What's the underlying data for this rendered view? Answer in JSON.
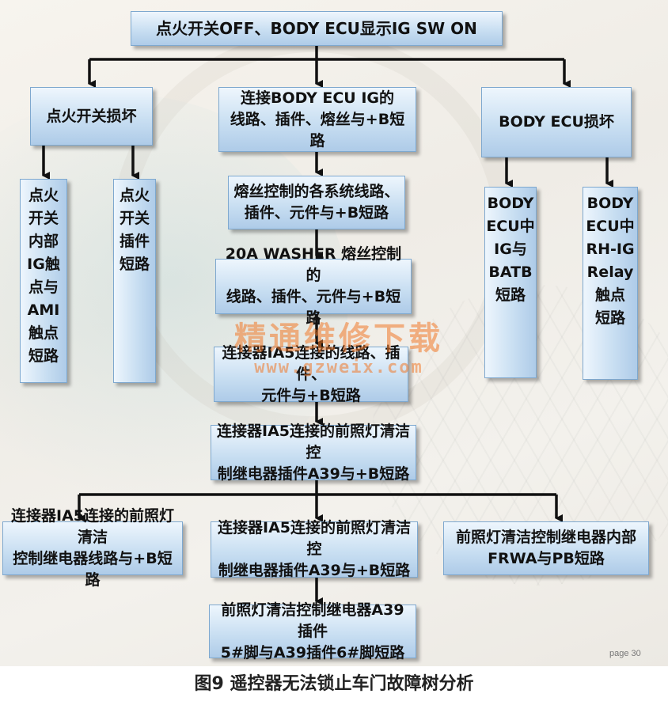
{
  "nodes": {
    "root": [
      "点火开关OFF、BODY ECU显示IG SW ON"
    ],
    "ign_switch_damaged": [
      "点火开关损坏"
    ],
    "ecu_ig_short": [
      "连接BODY ECU IG的",
      "线路、插件、熔丝与+B短路"
    ],
    "body_ecu_damaged": [
      "BODY ECU损坏"
    ],
    "ign_internal_short": [
      "点火",
      "开关",
      "内部",
      "IG触",
      "点与",
      "AMI",
      "触点",
      "短路"
    ],
    "ign_connector_short": [
      "点火",
      "开关",
      "插件",
      "短路"
    ],
    "fuse_systems_short": [
      "熔丝控制的各系统线路、",
      "插件、元件与+B短路"
    ],
    "ecu_ig_batb_short": [
      "BODY",
      "ECU中",
      "IG与",
      "BATB",
      "短路"
    ],
    "ecu_relay_short": [
      "BODY",
      "ECU中",
      "RH-IG",
      "Relay",
      "触点",
      "短路"
    ],
    "washer_fuse_short": [
      "20A WASHER 熔丝控制的",
      "线路、插件、元件与+B短路"
    ],
    "ia5_short": [
      "连接器IA5连接的线路、插件、",
      "元件与+B短路"
    ],
    "ia5_a39_short": [
      "连接器IA5连接的前照灯清洁控",
      "制继电器插件A39与+B短路"
    ],
    "ia5_line_short": [
      "连接器IA5连接的前照灯清洁",
      "控制继电器线路与+B短路"
    ],
    "ia5_a39_short_2": [
      "连接器IA5连接的前照灯清洁控",
      "制继电器插件A39与+B短路"
    ],
    "relay_internal_short": [
      "前照灯清洁控制继电器内部",
      "FRWA与PB短路"
    ],
    "a39_pins_short": [
      "前照灯清洁控制继电器A39插件",
      "5#脚与A39插件6#脚短路"
    ]
  },
  "watermark": {
    "name": "精通维修下载",
    "url": "www.gzweix.com"
  },
  "page_label": "page 30",
  "caption": "图9 遥控器无法锁止车门故障树分析",
  "colors": {
    "box_top": "#eef6fd",
    "box_bottom": "#aecbe8",
    "line": "#111111",
    "watermark": "#f07828"
  }
}
